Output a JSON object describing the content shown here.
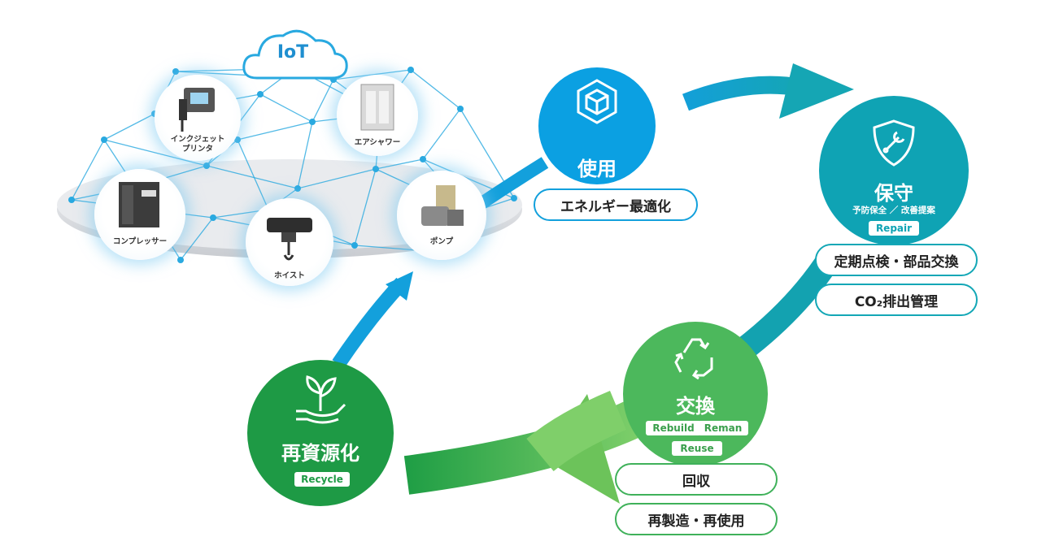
{
  "iot": {
    "label": "IoT",
    "devices": [
      {
        "id": "inkjet",
        "label_lines": [
          "インクジェット",
          "プリンタ"
        ]
      },
      {
        "id": "airshower",
        "label_lines": [
          "エアシャワー"
        ]
      },
      {
        "id": "compressor",
        "label_lines": [
          "コンプレッサー"
        ]
      },
      {
        "id": "hoist",
        "label_lines": [
          "ホイスト"
        ]
      },
      {
        "id": "pump",
        "label_lines": [
          "ポンプ"
        ]
      }
    ]
  },
  "use": {
    "title": "使用",
    "pill": "エネルギー最適化",
    "icon": "cube-icon"
  },
  "maintain": {
    "title": "保守",
    "subtitle": "予防保全 ／ 改善提案",
    "tag": "Repair",
    "pills": [
      "定期点検・部品交換",
      "CO₂排出管理"
    ],
    "icon": "shield-wrench-icon"
  },
  "exchange": {
    "title": "交換",
    "tags": [
      "Rebuild",
      "Reman",
      "Reuse"
    ],
    "pills": [
      "回収",
      "再製造・再使用"
    ],
    "icon": "recycle-icon"
  },
  "recycle": {
    "title": "再資源化",
    "tag": "Recycle",
    "icon": "plant-hand-icon"
  },
  "colors": {
    "use": "#0ba0e2",
    "maintain": "#0fa3b4",
    "exchange": "#4cb85c",
    "recycle": "#1e9a45",
    "network": "#29a9e0"
  }
}
